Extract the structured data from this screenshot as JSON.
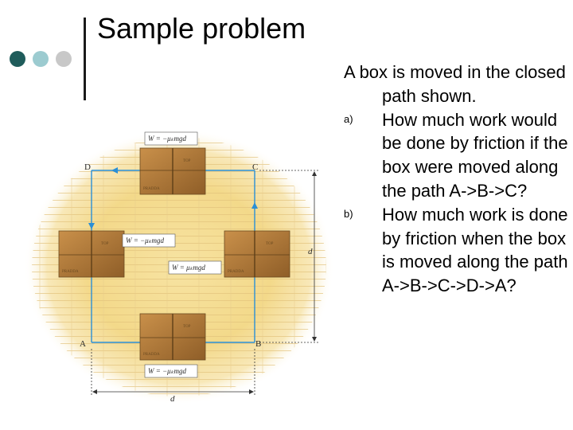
{
  "slide": {
    "title": "Sample problem",
    "bullet_colors": [
      "#1f5c5b",
      "#9ccbd0",
      "#c8c8c8"
    ]
  },
  "problem": {
    "intro": "A box is moved in the closed path shown.",
    "parts": [
      {
        "marker": "a)",
        "text": "How much work would be done by friction if the box were moved along the path A->B->C?"
      },
      {
        "marker": "b)",
        "text": "How much work is done by friction when the box is moved along the path A->B->C->D->A?"
      }
    ]
  },
  "figure": {
    "corners": {
      "a": "A",
      "b": "B",
      "c": "C",
      "d": "D"
    },
    "dimension_labels": {
      "bottom": "d",
      "right": "d"
    },
    "work_labels": {
      "top": "W = −μₖmgd",
      "left": "W = −μₖmgd",
      "middle": "W = μₖmgd",
      "bottom": "W = −μₖmgd"
    },
    "box_face_labels": {
      "top": "TOP",
      "face": "PRADDA"
    },
    "colors": {
      "path": "#2a8fd6",
      "box": "#b07a3c",
      "background_glow": "#f3d98a"
    }
  }
}
